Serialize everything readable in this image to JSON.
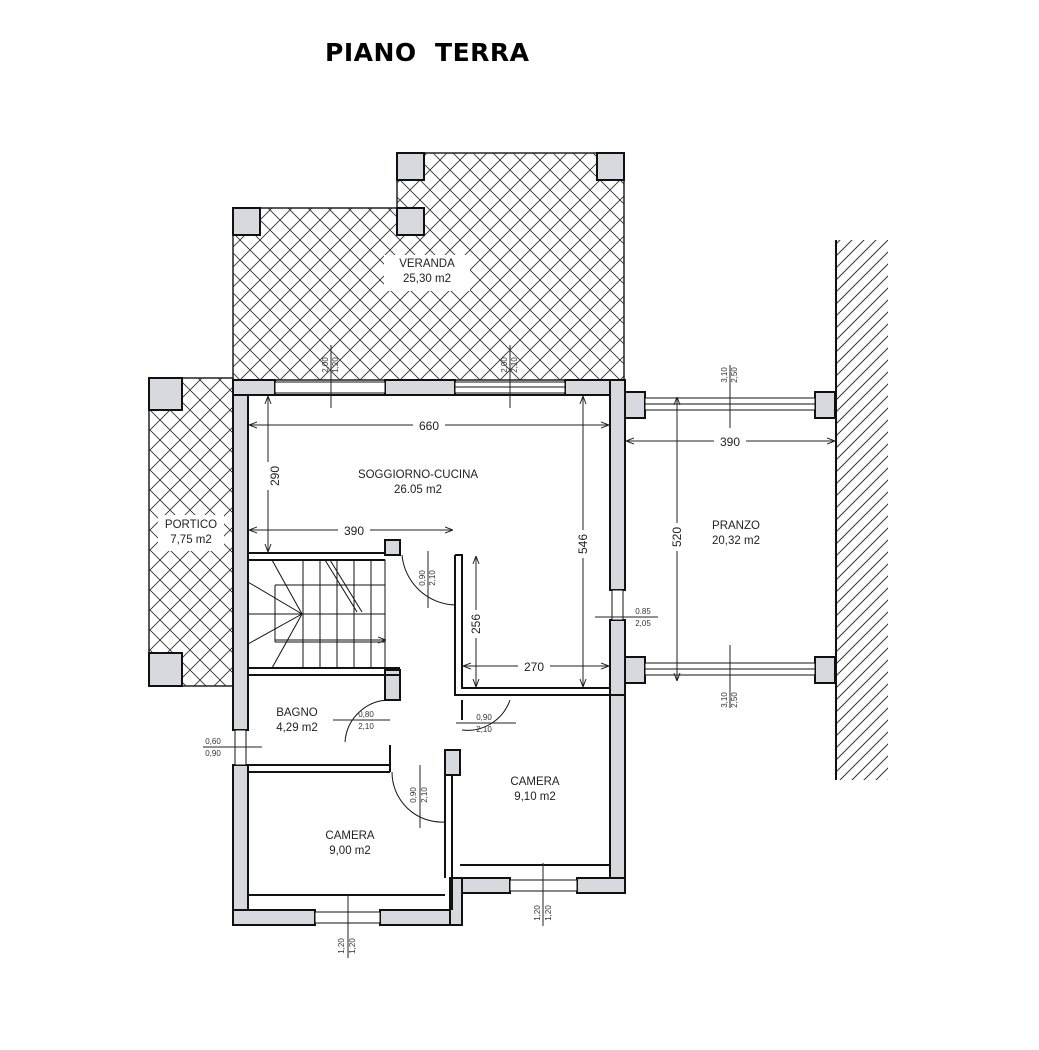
{
  "title": "PIANO  TERRA",
  "rooms": {
    "veranda": {
      "name": "VERANDA",
      "area": "25,30  m2"
    },
    "portico": {
      "name": "PORTICO",
      "area": "7,75  m2"
    },
    "soggiorno": {
      "name": "SOGGIORNO-CUCINA",
      "area": "26.05  m2"
    },
    "pranzo": {
      "name": "PRANZO",
      "area": "20,32  m2"
    },
    "bagno": {
      "name": "BAGNO",
      "area": "4,29  m2"
    },
    "camera1": {
      "name": "CAMERA",
      "area": "9,10  m2"
    },
    "camera2": {
      "name": "CAMERA",
      "area": "9,00  m2"
    }
  },
  "dimensions": {
    "soggiorno_width": "660",
    "soggiorno_depth": "290",
    "soggiorno_inner": "390",
    "soggiorno_height": "546",
    "corridor_depth": "256",
    "corridor_width": "270",
    "pranzo_width": "390",
    "pranzo_depth": "520"
  },
  "openings": {
    "win_top_left": {
      "w": "2,00",
      "h": "1,20"
    },
    "win_top_right": {
      "w": "2,00",
      "h": "2,10"
    },
    "pranzo_top": {
      "w": "3,10",
      "h": "2,50"
    },
    "pranzo_bottom": {
      "w": "3,10",
      "h": "2,50"
    },
    "door_pranzo": {
      "w": "0.85",
      "h": "2,05"
    },
    "door_stair": {
      "w": "0,90",
      "h": "2,10"
    },
    "door_bagno": {
      "w": "0,80",
      "h": "2,10"
    },
    "door_camera1": {
      "w": "0,90",
      "h": "2,10"
    },
    "door_camera2": {
      "w": "0,90",
      "h": "2,10"
    },
    "win_bagno": {
      "w": "0,60",
      "h": "0,90"
    },
    "win_camera1": {
      "w": "1,20",
      "h": "1,20"
    },
    "win_camera2": {
      "w": "1,20",
      "h": "1,20"
    }
  }
}
